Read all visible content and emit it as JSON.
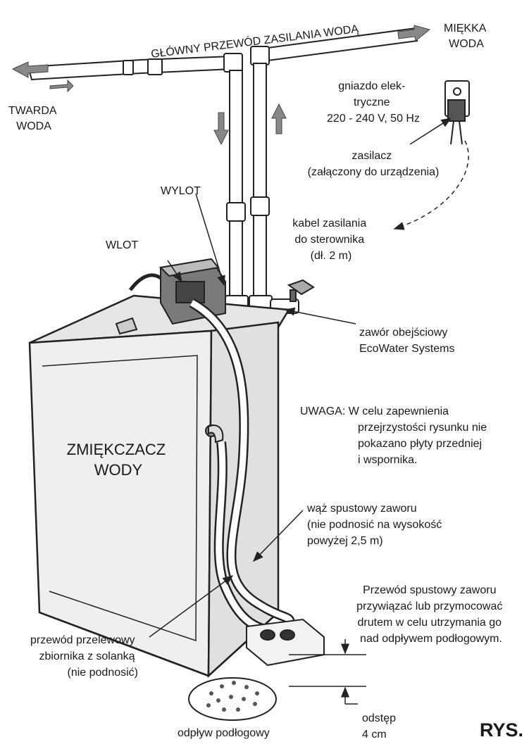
{
  "labels": {
    "main_pipe": "GŁÓWNY PRZEWÓD ZASILANIA WODĄ",
    "soft_water": [
      "MIĘKKA",
      "WODA"
    ],
    "hard_water": [
      "TWARDA",
      "WODA"
    ],
    "outlet": "WYLOT",
    "inlet": "WLOT",
    "outlet_socket": [
      "gniazdo elek-",
      "tryczne",
      "220 - 240 V, 50 Hz"
    ],
    "power_supply": [
      "zasilacz",
      "(załączony do urządzenia)"
    ],
    "power_cable": [
      "kabel zasilania",
      "do sterownika",
      "(dł. 2 m)"
    ],
    "bypass_valve": [
      "zawór obejściowy",
      "EcoWater Systems"
    ],
    "note": [
      "UWAGA: W celu zapewnienia",
      "przejrzystości rysunku nie",
      "pokazano płyty przedniej",
      "i wspornika."
    ],
    "softener": [
      "ZMIĘKCZACZ",
      "WODY"
    ],
    "drain_hose": [
      "wąż spustowy zaworu",
      "(nie podnosić na wysokość",
      "powyżej 2,5 m)"
    ],
    "drain_instruction": [
      "Przewód spustowy zaworu",
      "przywiązać lub przymocować",
      "drutem w celu utrzymania go",
      "nad odpływem podłogowym."
    ],
    "overflow_hose": [
      "przewód przelewowy",
      "zbiornika z solanką",
      "(nie podnosić)"
    ],
    "floor_drain": "odpływ podłogowy",
    "gap": [
      "odstęp",
      "4 cm"
    ],
    "figure": "RYS."
  }
}
